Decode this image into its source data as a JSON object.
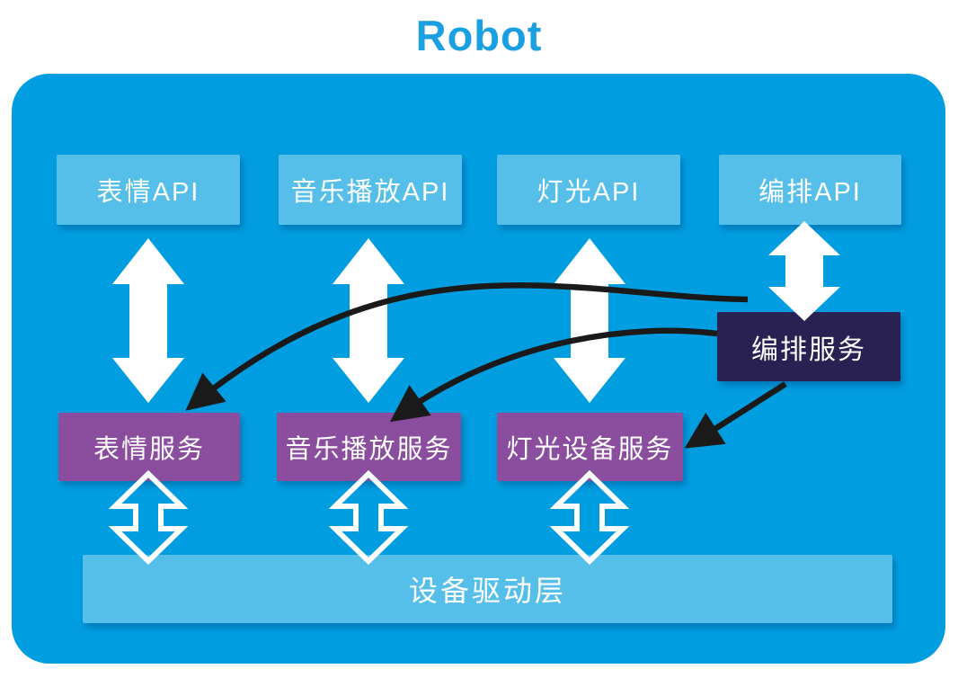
{
  "title": "Robot",
  "colors": {
    "title": "#1A9FE0",
    "container": "#009EE0",
    "api_box": "#56BFE9",
    "service_box": "#8B4D9E",
    "orchestration_box": "#2A2153",
    "driver_bar": "#56BFE9",
    "arrow_white": "#FFFFFF",
    "arrow_black": "#1A1A1A",
    "label_text": "#FFFFFF"
  },
  "api_boxes": [
    {
      "label": "表情API"
    },
    {
      "label": "音乐播放API"
    },
    {
      "label": "灯光API"
    },
    {
      "label": "编排API"
    }
  ],
  "service_boxes": [
    {
      "label": "表情服务"
    },
    {
      "label": "音乐播放服务"
    },
    {
      "label": "灯光设备服务"
    }
  ],
  "orchestration_service": {
    "label": "编排服务"
  },
  "driver_layer": {
    "label": "设备驱动层"
  }
}
